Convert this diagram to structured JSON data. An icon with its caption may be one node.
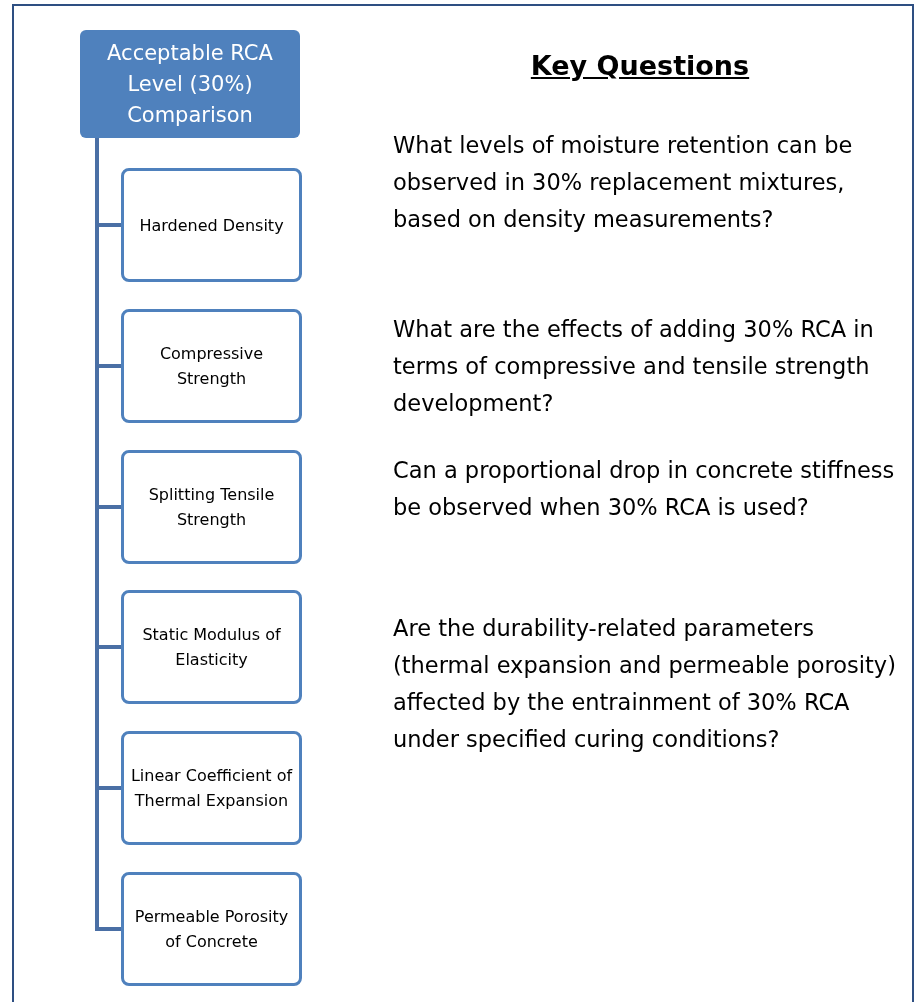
{
  "diagram": {
    "title": "Key Questions",
    "nodes": [
      {
        "text": [
          "Acceptable RCA Level (30%) Comparison"
        ]
      },
      {
        "text": [
          "Hardened Density"
        ]
      },
      {
        "text": [
          "Compressive Strength"
        ]
      },
      {
        "text": [
          "Splitting Tensile Strength"
        ]
      },
      {
        "text": [
          "Static Modulus of Elasticity"
        ]
      },
      {
        "text": [
          "Linear Coefficient of Thermal Expansion"
        ]
      },
      {
        "text": [
          "Permeable Porosity of Concrete"
        ]
      }
    ],
    "edges": [
      {
        "from": 0,
        "to": 1,
        "arrow": "none"
      },
      {
        "from": 0,
        "to": 2,
        "arrow": "none"
      },
      {
        "from": 0,
        "to": 3,
        "arrow": "none"
      },
      {
        "from": 0,
        "to": 4,
        "arrow": "none"
      },
      {
        "from": 0,
        "to": 5,
        "arrow": "none"
      },
      {
        "from": 0,
        "to": 6,
        "arrow": "none"
      }
    ],
    "labels": [
      "What levels of moisture retention can be observed in 30% replacement mixtures, based on density measurements?",
      "What are the effects of adding 30% RCA in terms of compressive and tensile strength development?",
      "Can a proportional drop in concrete stiffness be observed when 30% RCA is used?",
      "Are the durability-related parameters (thermal expansion and permeable porosity) affected by the entrainment of 30% RCA under specified curing conditions?"
    ]
  }
}
